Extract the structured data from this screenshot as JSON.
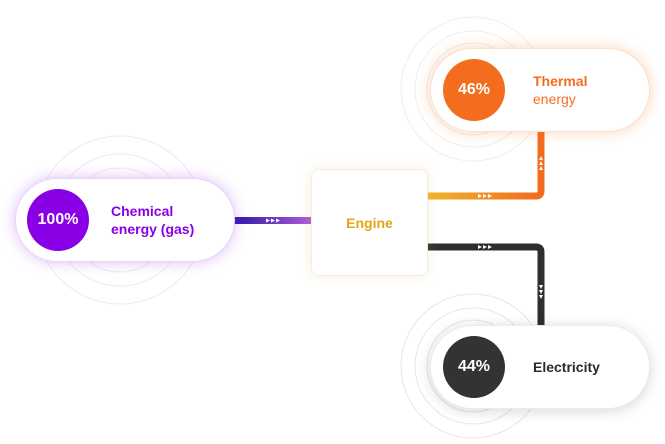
{
  "source": {
    "percent": "100%",
    "label_line1": "Chemical",
    "label_line2": "energy (gas)"
  },
  "engine": {
    "label": "Engine"
  },
  "thermal": {
    "percent": "46%",
    "label_line1": "Thermal",
    "label_line2": "energy"
  },
  "electricity": {
    "percent": "44%",
    "label": "Electricity"
  },
  "colors": {
    "chemical": "#8a00e6",
    "engine": "#e3a614",
    "thermal": "#f46d1e",
    "electricity": "#333333"
  }
}
